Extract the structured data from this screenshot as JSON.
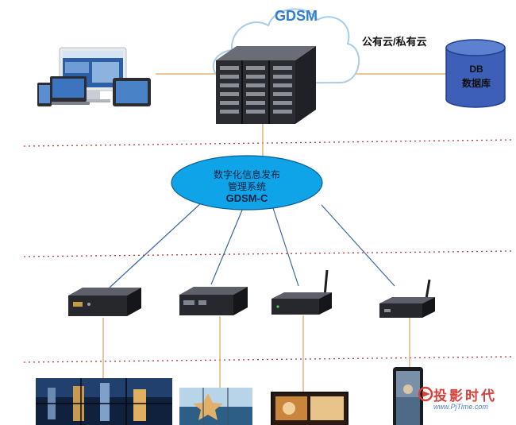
{
  "cloud": {
    "title": "GDSM",
    "type_label": "公有云/私有云"
  },
  "database": {
    "line1": "DB",
    "line2": "数据库"
  },
  "cms": {
    "line1": "数字化信息发布",
    "line2": "管理系统",
    "line3": "GDSM-C"
  },
  "watermark": {
    "text": "投影时代",
    "url": "www.PjTime.com"
  },
  "colors": {
    "cloud_outline": "#a8cde9",
    "cms_fill": "#0fa3e8",
    "db_fill": "#3d5fb7",
    "link_line": "#3a64ad",
    "server_line": "#e0a05a",
    "divider": "#b03a3a"
  }
}
